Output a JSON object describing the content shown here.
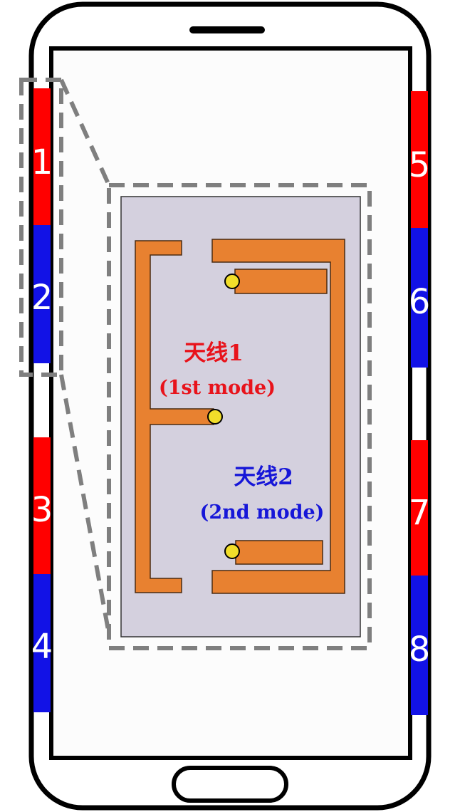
{
  "colors": {
    "phone_outline": "#000000",
    "screen_fill": "#fcfcfc",
    "antenna_red": "#ff0000",
    "antenna_blue": "#1212e6",
    "dashed_gray": "#7f7f7f",
    "board_fill": "#d4d0de",
    "trace_orange": "#e88130",
    "feed_yellow": "#f2de2a",
    "mode1_text": "#e8131b",
    "mode2_text": "#1616d8"
  },
  "left_antennas": [
    {
      "number": "1",
      "color": "red"
    },
    {
      "number": "2",
      "color": "blue"
    },
    {
      "number": "3",
      "color": "red"
    },
    {
      "number": "4",
      "color": "blue"
    }
  ],
  "right_antennas": [
    {
      "number": "5",
      "color": "red"
    },
    {
      "number": "6",
      "color": "blue"
    },
    {
      "number": "7",
      "color": "red"
    },
    {
      "number": "8",
      "color": "blue"
    }
  ],
  "mode_labels": {
    "antenna1_title": "天线1",
    "antenna1_mode": "(1st mode)",
    "antenna2_title": "天线2",
    "antenna2_mode": "(2nd mode)"
  }
}
